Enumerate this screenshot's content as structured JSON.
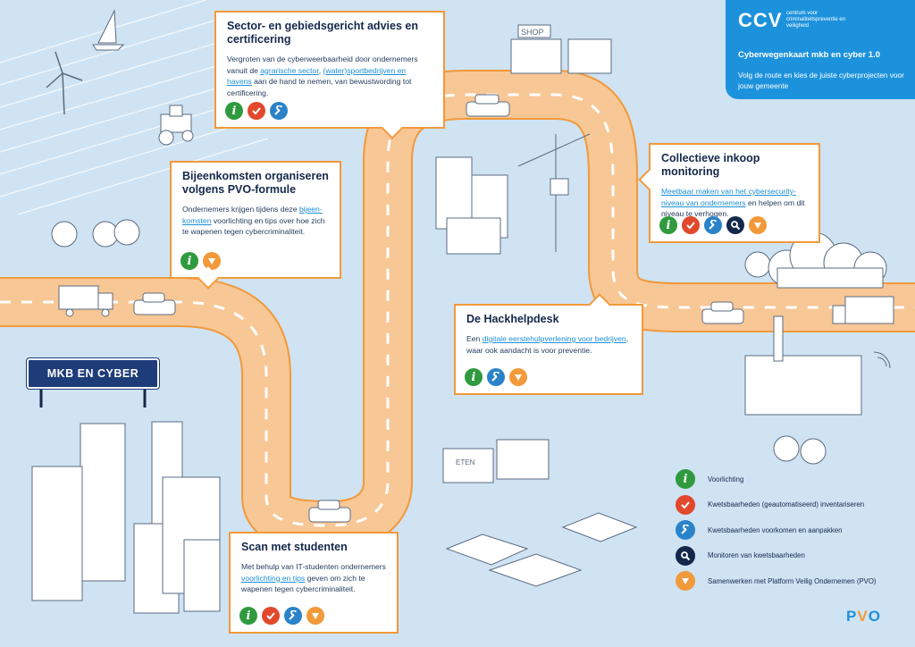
{
  "brand": {
    "logo": "CCV",
    "tagline": "centrum voor criminaliteitspreventie en veiligheid",
    "title": "Cyberwegenkaart mkb en cyber 1.0",
    "subtitle": "Volg de route en kies de juiste cyberprojecten voor jouw gemeente"
  },
  "sign": {
    "label": "MKB EN CYBER"
  },
  "scene": {
    "shop_label": "SHOP",
    "food_label": "ETEN"
  },
  "cards": [
    {
      "id": "sector",
      "title": "Sector- en gebiedsgericht advies en certificering",
      "text_1": "Vergroten van de cyberweerbaarheid door ondernemers vanuit de ",
      "link_1": "agrarische sector",
      "text_2": ", ",
      "link_2": "(water)sportbedrijven en havens",
      "text_3": " aan de hand te nemen, van bewustwording tot certificering.",
      "icons": [
        "info-icon",
        "check-icon",
        "wrench-icon"
      ]
    },
    {
      "id": "bijeenkomsten",
      "title": "Bijeenkomsten organiseren volgens PVO-formule",
      "text_1": "Ondernemers krijgen tijdens deze ",
      "link_1": "bijeen-komsten",
      "text_2": " voorlichting en tips over hoe zich te wapenen tegen cybercriminaliteit.",
      "icons": [
        "info-icon",
        "collab-icon"
      ]
    },
    {
      "id": "collectieve",
      "title": "Collectieve inkoop monitoring",
      "link_1": "Meetbaar maken van het cybersecurity-niveau van ondernemers",
      "text_1": " en helpen om dit niveau te verhogen.",
      "icons": [
        "info-icon",
        "check-icon",
        "wrench-icon",
        "monitor-icon",
        "collab-icon"
      ]
    },
    {
      "id": "hackhelpdesk",
      "title": "De Hackhelpdesk",
      "text_1": "Een ",
      "link_1": "digitale eerstehulpverlening voor bedrijven",
      "text_2": ", waar ook aandacht is voor preventie.",
      "icons": [
        "info-icon",
        "wrench-icon",
        "collab-icon"
      ]
    },
    {
      "id": "scan",
      "title": "Scan met studenten",
      "text_1": "Met behulp van IT-studenten ondernemers ",
      "link_1": "voorlichting en tips",
      "text_2": " geven om zich te wapenen tegen cybercriminaliteit.",
      "icons": [
        "info-icon",
        "check-icon",
        "wrench-icon",
        "collab-icon"
      ]
    }
  ],
  "legend": [
    {
      "icon": "info-icon",
      "label": "Voorlichting"
    },
    {
      "icon": "check-icon",
      "label": "Kwetsbaarheden (geautomatiseerd) inventariseren"
    },
    {
      "icon": "wrench-icon",
      "label": "Kwetsbaarheden voorkomen en aanpakken"
    },
    {
      "icon": "monitor-icon",
      "label": "Monitoren van kwetsbaarheden"
    },
    {
      "icon": "collab-icon",
      "label": "Samenwerken met Platform Veilig Ondernemen (PVO)"
    }
  ],
  "footer": {
    "pvo_logo_1": "P",
    "pvo_logo_2": "V",
    "pvo_logo_3": "O"
  },
  "colors": {
    "background": "#cfe3f3",
    "road": "#f8c796",
    "road_edge": "#f2993a",
    "brand": "#1d92dc",
    "info": "#2f9a3e",
    "check": "#e2482c",
    "wrench": "#2a83c9",
    "monitor": "#14284b",
    "collab": "#f2993a"
  }
}
